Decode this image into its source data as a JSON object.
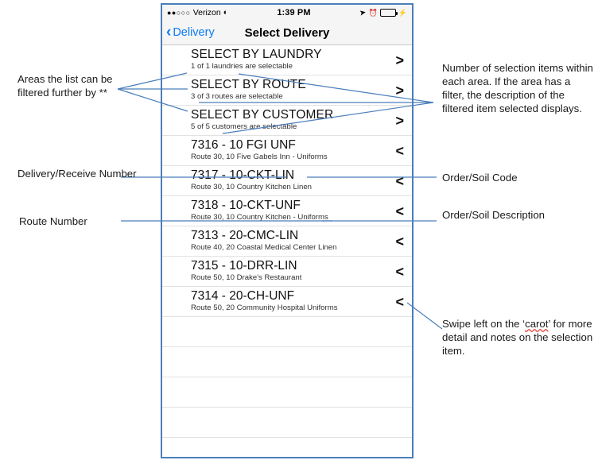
{
  "phone": {
    "status_bar": {
      "signal_dots": "●●○○○",
      "carrier": "Verizon",
      "wifi_icon": "wifi-icon",
      "time": "1:39 PM",
      "location_icon": "location-arrow-icon",
      "alarm_icon": "alarm-clock-icon",
      "battery_icon": "battery-icon",
      "charging_icon": "lightning-bolt-icon"
    },
    "nav_bar": {
      "back_label": "Delivery",
      "back_icon": "chevron-left-icon",
      "title": "Select Delivery"
    },
    "list": {
      "sections": [
        {
          "title": "SELECT BY LAUNDRY",
          "subtitle": "1 of 1 laundries are selectable",
          "chevron": ">"
        },
        {
          "title": "SELECT BY ROUTE",
          "subtitle": "3 of 3 routes are selectable",
          "chevron": ">"
        },
        {
          "title": "SELECT BY CUSTOMER",
          "subtitle": "5 of 5 customers are selectable",
          "chevron": ">"
        }
      ],
      "deliveries": [
        {
          "title": "7316 - 10 FGI UNF",
          "subtitle": "Route 30, 10 Five Gabels Inn - Uniforms",
          "chevron": "<"
        },
        {
          "title": "7317 - 10-CKT-LIN",
          "subtitle": "Route 30, 10 Country Kitchen Linen",
          "chevron": "<"
        },
        {
          "title": "7318 - 10-CKT-UNF",
          "subtitle": "Route 30, 10 Country Kitchen - Uniforms",
          "chevron": "<"
        },
        {
          "title": "7313 - 20-CMC-LIN",
          "subtitle": "Route 40, 20 Coastal Medical Center Linen",
          "chevron": "<"
        },
        {
          "title": "7315 - 10-DRR-LIN",
          "subtitle": "Route 50, 10 Drake's Restaurant",
          "chevron": "<"
        },
        {
          "title": "7314 - 20-CH-UNF",
          "subtitle": "Route 50, 20 Community Hospital Uniforms",
          "chevron": "<"
        }
      ],
      "empty_row_count": 5
    }
  },
  "annotations": {
    "filter_areas": "Areas the list can be filtered further by **",
    "delivery_number": "Delivery/Receive Number",
    "route_number": "Route Number",
    "selection_count": "Number of selection items within each area. If the area has a filter, the description of the filtered item selected displays.",
    "order_code": "Order/Soil Code",
    "order_description": "Order/Soil Description",
    "swipe_part1": "Swipe left on the ‘",
    "swipe_misspelled": "carot",
    "swipe_part2": "’ for more detail and notes on the selection item."
  },
  "colors": {
    "accent_blue": "#0b7bf3",
    "line_blue": "#4a7ebb",
    "battery_green": "#4cd964",
    "spellcheck_red": "#e8453c",
    "chrome_gray": "#f5f5f5"
  }
}
